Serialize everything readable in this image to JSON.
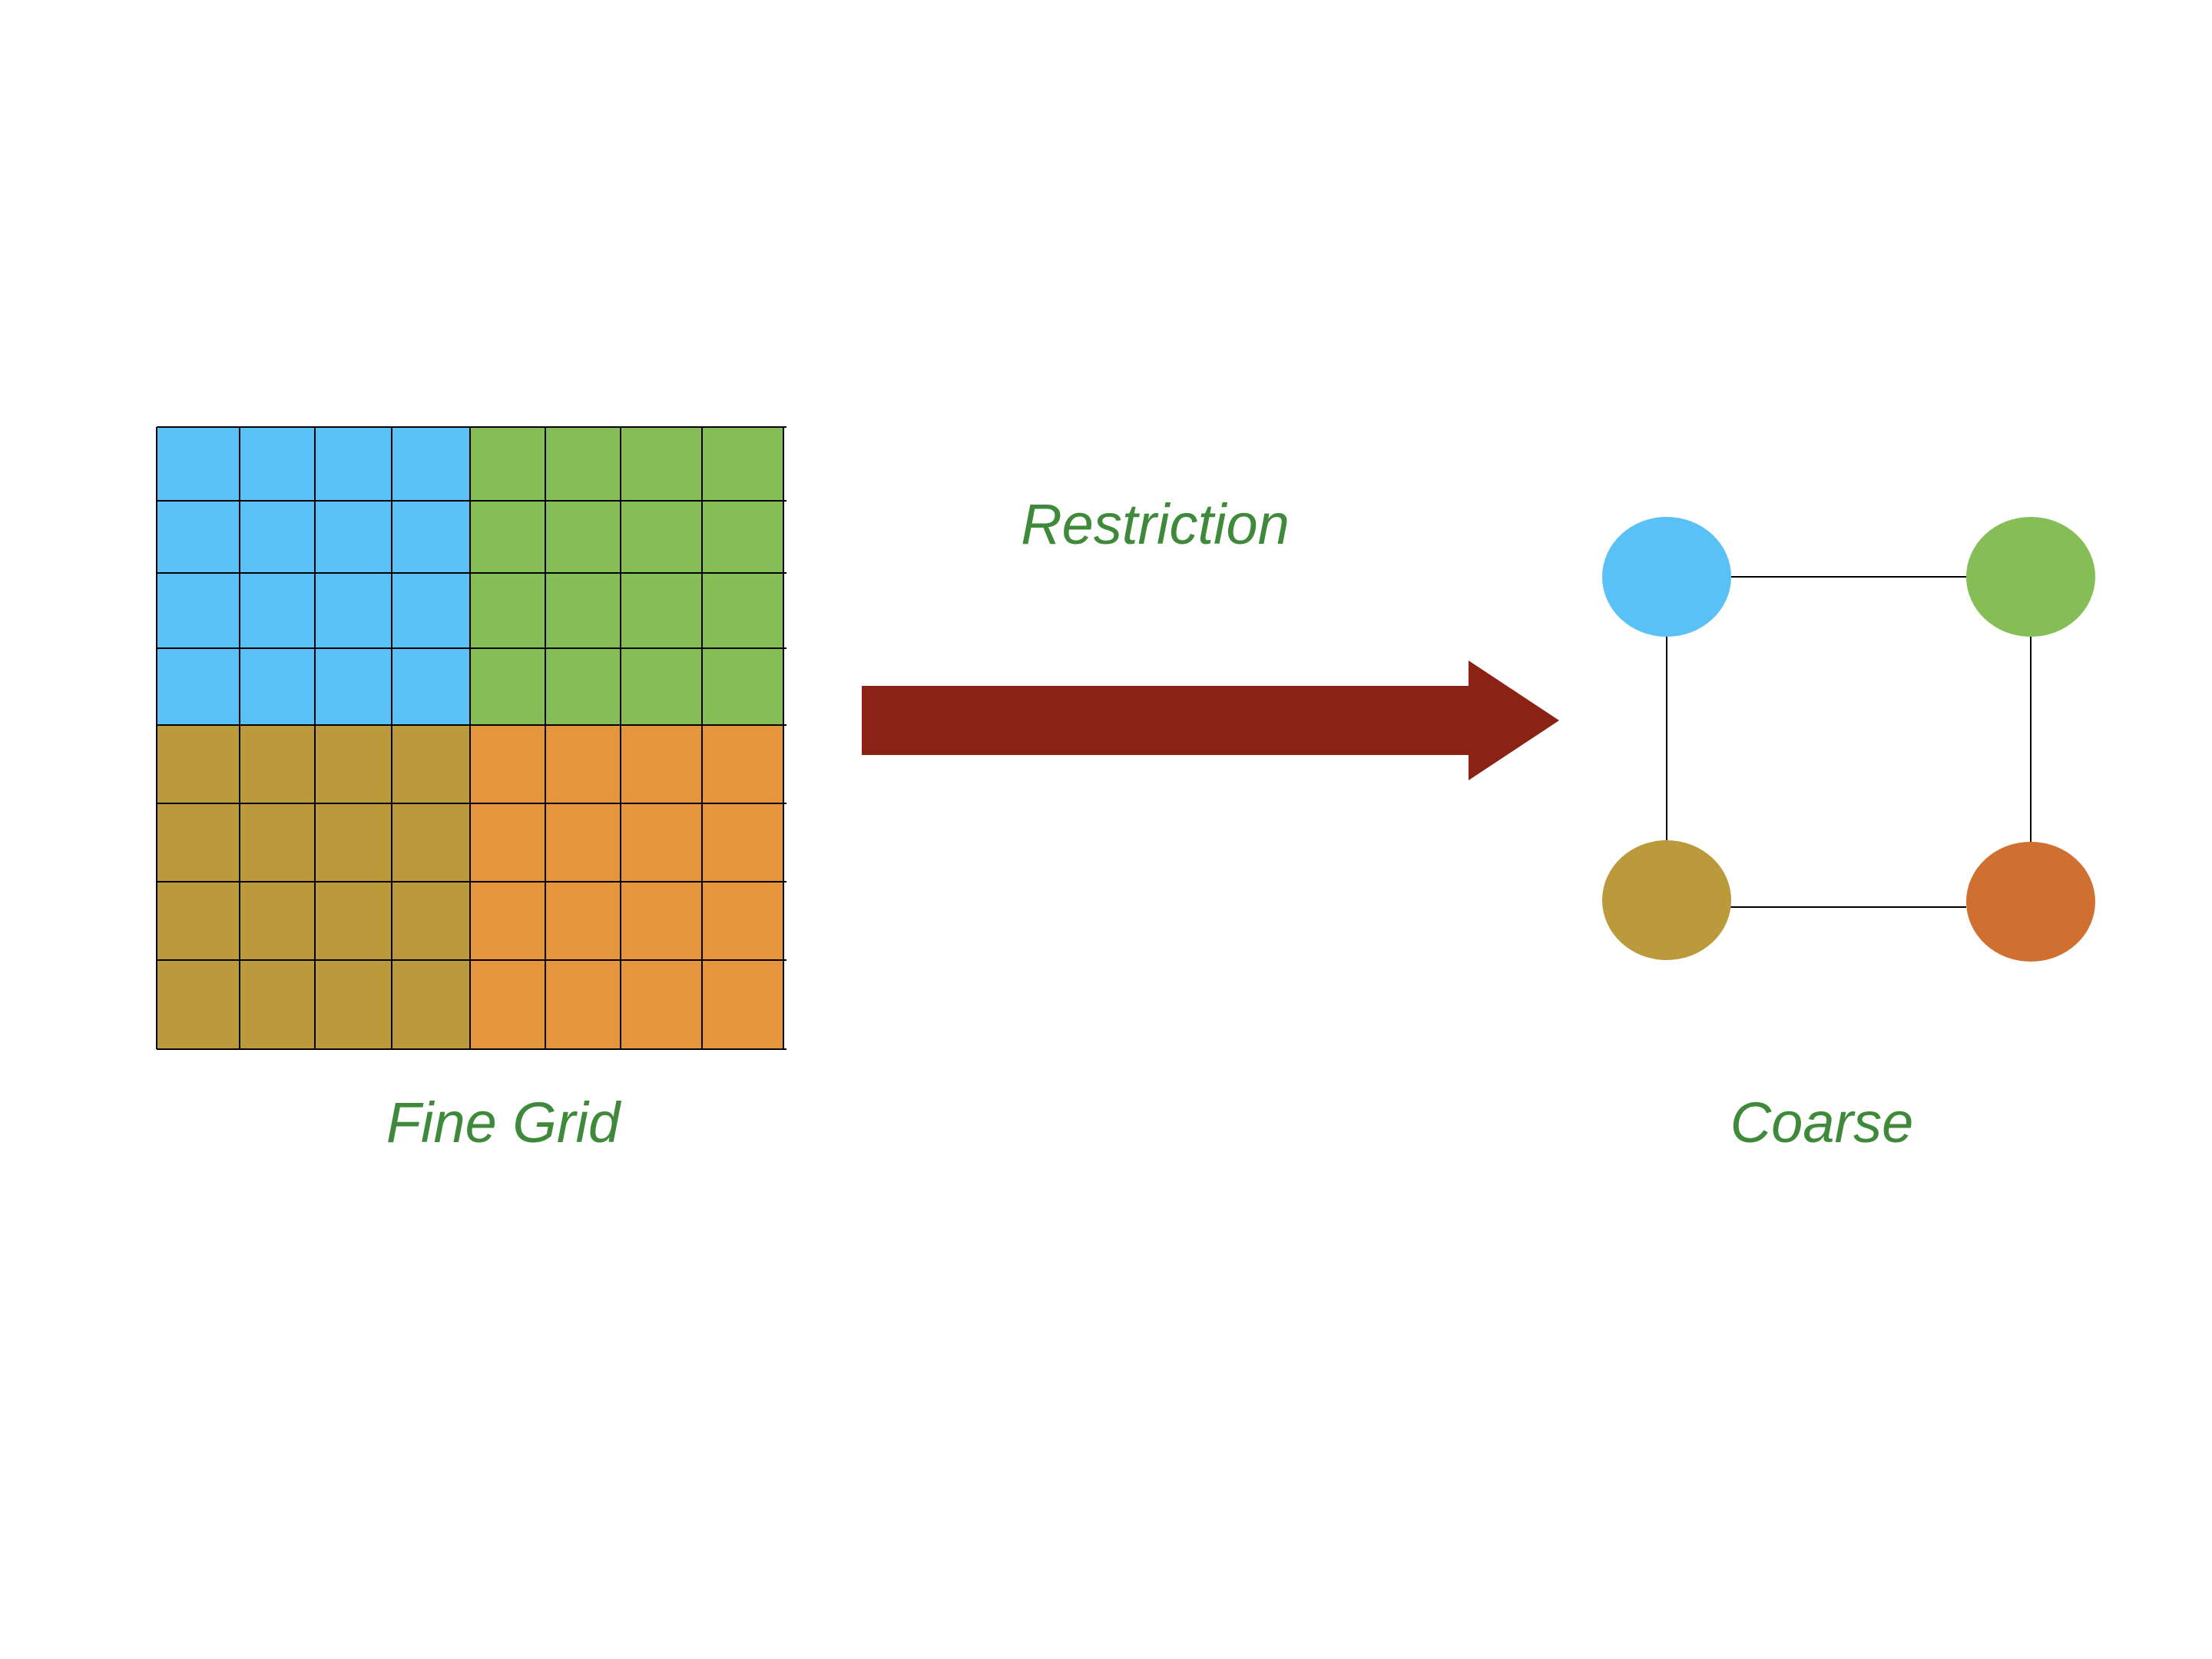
{
  "labels": {
    "restriction": "Restriction",
    "fine_grid": "Fine Grid",
    "coarse": "Coarse"
  },
  "colors": {
    "background": "#ffffff",
    "label_text": "#3f8a3a",
    "arrow": "#8a2215",
    "grid_lines": "#000000",
    "edges": "#000000",
    "quadrant_top_left": "#5ac1f7",
    "quadrant_top_right": "#85bd56",
    "quadrant_bottom_left": "#bb9a3b",
    "quadrant_bottom_right": "#e5963c",
    "node_top_left": "#5ac1f7",
    "node_top_right": "#85bd56",
    "node_bottom_left": "#bb9a3b",
    "node_bottom_right": "#d07030"
  },
  "fine_grid": {
    "rows": 8,
    "cols": 8,
    "quadrant_size": 4
  },
  "coarse_graph": {
    "nodes": [
      "top-left",
      "top-right",
      "bottom-left",
      "bottom-right"
    ],
    "edges": [
      [
        "top-left",
        "top-right"
      ],
      [
        "top-left",
        "bottom-left"
      ],
      [
        "top-right",
        "bottom-right"
      ],
      [
        "bottom-left",
        "bottom-right"
      ]
    ]
  }
}
